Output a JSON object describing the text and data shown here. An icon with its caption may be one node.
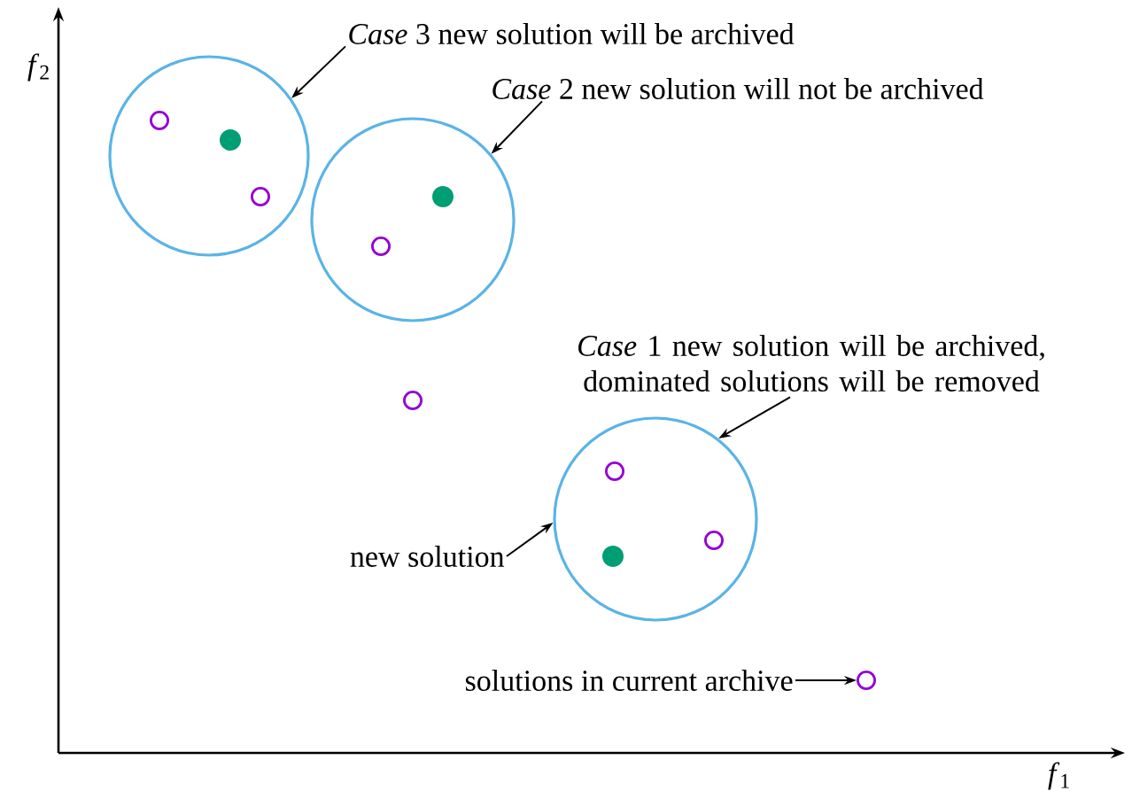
{
  "diagram": {
    "nodes": [
      {
        "text": [],
        "shape": "circle"
      },
      {
        "text": [],
        "shape": "circle"
      },
      {
        "text": [],
        "shape": "circle"
      },
      {
        "text": [
          "*Case* 3 new solution will be archived"
        ]
      },
      {
        "text": [
          "*Case* 2 new solution will not be archived"
        ]
      },
      {
        "text": [
          "*Case* 1 new solution will be archived, dominated solutions will be removed"
        ]
      },
      {
        "text": [
          "new solution"
        ]
      },
      {
        "text": [
          "solutions in current archive"
        ]
      },
      {
        "text": [],
        "shape": "circle"
      },
      {
        "text": [],
        "shape": "circle",
        "in": 0
      },
      {
        "text": [],
        "shape": "dot",
        "in": 0
      },
      {
        "text": [],
        "shape": "circle",
        "in": 0
      },
      {
        "text": [],
        "shape": "dot",
        "in": 1
      },
      {
        "text": [],
        "shape": "circle",
        "in": 1
      },
      {
        "text": [],
        "shape": "circle"
      },
      {
        "text": [],
        "shape": "circle",
        "in": 2
      },
      {
        "text": [],
        "shape": "circle",
        "in": 2
      },
      {
        "text": [],
        "shape": "dot",
        "in": 2
      }
    ],
    "edges": [
      {
        "from": 3,
        "to": 0,
        "arrow": "to"
      },
      {
        "from": 4,
        "to": 1,
        "arrow": "to"
      },
      {
        "from": 5,
        "to": 2,
        "arrow": "to"
      },
      {
        "from": 6,
        "to": 2,
        "arrow": "to"
      },
      {
        "from": 7,
        "to": 8,
        "arrow": "to"
      }
    ],
    "labels": [
      "*f*$_{2}$",
      "*f*$_{1}$"
    ]
  }
}
